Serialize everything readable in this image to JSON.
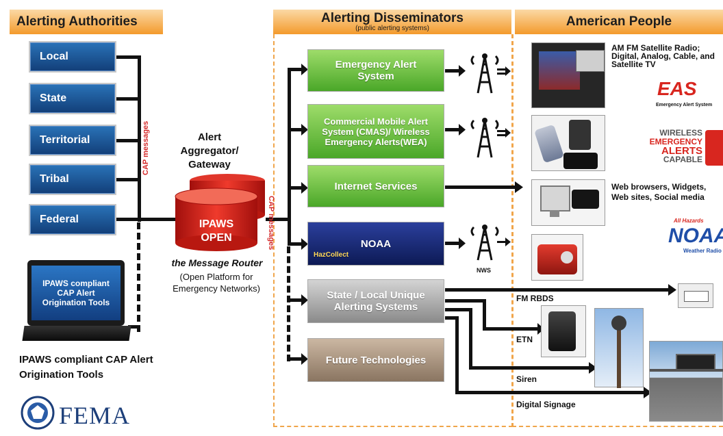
{
  "headers": {
    "authorities": "Alerting Authorities",
    "disseminators": "Alerting Disseminators",
    "disseminators_sub": "(public alerting systems)",
    "people": "American People"
  },
  "authorities": [
    "Local",
    "State",
    "Territorial",
    "Tribal",
    "Federal"
  ],
  "cap_messages": "CAP messages",
  "laptop_screen": "IPAWS compliant CAP Alert Origination Tools",
  "laptop_caption": "IPAWS compliant CAP Alert Origination Tools",
  "aggregator_title": "Alert Aggregator/ Gateway",
  "ipaws_label": "IPAWS OPEN",
  "router_title": "the Message Router",
  "router_sub": "(Open Platform for Emergency Networks)",
  "disseminators": [
    {
      "label": "Emergency Alert System"
    },
    {
      "label": "Commercial Mobile Alert System (CMAS)/ Wireless Emergency Alerts(WEA)"
    },
    {
      "label": "Internet Services"
    },
    {
      "label": "NOAA",
      "sub": "HazCollect"
    },
    {
      "label": "State / Local Unique Alerting Systems"
    },
    {
      "label": "Future Technologies"
    }
  ],
  "nws": "NWS",
  "people": {
    "radio_tv": "AM FM Satellite Radio; Digital, Analog, Cable, and Satellite TV",
    "eas_logo": "EAS",
    "eas_logo_sub": "Emergency Alert System",
    "wea_logo": [
      "WIRELESS",
      "EMERGENCY",
      "ALERTS",
      "CAPABLE"
    ],
    "web": "Web browsers, Widgets, Web sites, Social media",
    "noaa_logo": "NOAA",
    "noaa_logo_sub": "Weather Radio",
    "noaa_logo_top": "All Hazards",
    "fm_rbds": "FM RBDS",
    "etn": "ETN",
    "siren": "Siren",
    "digital_signage": "Digital Signage"
  },
  "fema": "FEMA",
  "colors": {
    "header_orange": "#f39a2c",
    "authority_blue": "#1d5aa0",
    "ipaws_red": "#d8261f",
    "green": "#5fb834",
    "navy": "#1a2a78"
  }
}
